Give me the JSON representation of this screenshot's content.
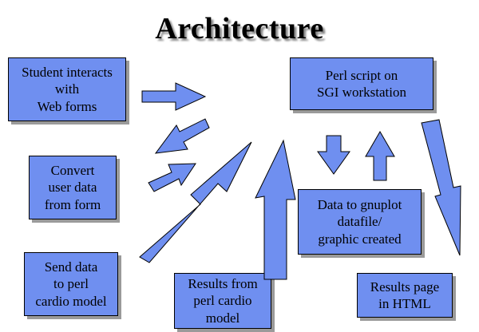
{
  "title": "Architecture",
  "colors": {
    "box_fill": "#6f8ff0",
    "arrow_fill": "#6f8ff0",
    "shadow": "#9a9a9a"
  },
  "boxes": {
    "student_forms": "Student interacts\nwith\nWeb forms",
    "perl_script": "Perl script on\nSGI workstation",
    "convert_data": "Convert\nuser data\nfrom form",
    "gnuplot_data": "Data to gnuplot\ndatafile/\ngraphic created",
    "send_data": "Send data\nto perl\ncardio model",
    "results_perl": "Results from\nperl cardio\nmodel",
    "results_html": "Results page\nin HTML"
  }
}
